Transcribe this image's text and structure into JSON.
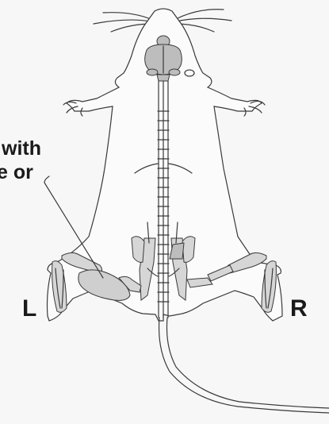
{
  "labels": {
    "callout_line1": "with",
    "callout_line2": "e or",
    "left": "L",
    "right": "R"
  },
  "colors": {
    "outline": "#3a3a3a",
    "highlight_gray": "#bdbdbd",
    "background": "#f7f7f7"
  }
}
